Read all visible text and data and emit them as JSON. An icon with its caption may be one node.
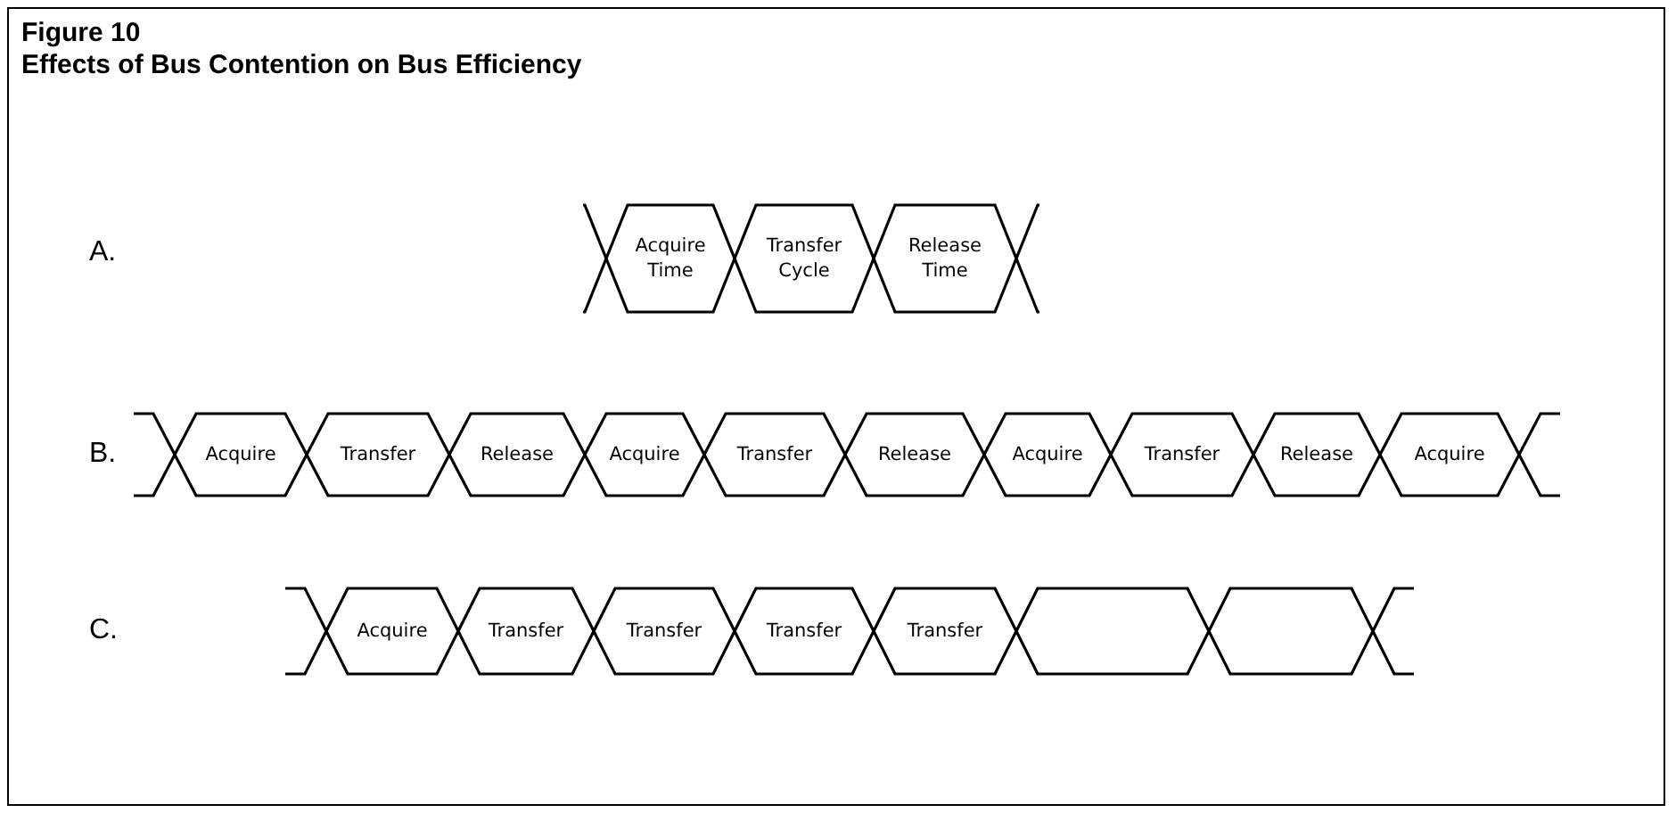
{
  "diagram": {
    "title": "Effects of Bus Contention on Bus Efficiency",
    "nodes": [
      {
        "text": [
          "Acquire Time"
        ]
      },
      {
        "text": [
          "Transfer Cycle"
        ]
      },
      {
        "text": [
          "Release Time"
        ]
      },
      {
        "text": [
          "Acquire"
        ]
      },
      {
        "text": [
          "Transfer"
        ]
      },
      {
        "text": [
          "Release"
        ]
      },
      {
        "text": [
          "Acquire"
        ]
      },
      {
        "text": [
          "Transfer"
        ]
      },
      {
        "text": [
          "Release"
        ]
      },
      {
        "text": [
          "Acquire"
        ]
      },
      {
        "text": [
          "Transfer"
        ]
      },
      {
        "text": [
          "Release"
        ]
      },
      {
        "text": [
          "Acquire"
        ]
      },
      {
        "text": [
          "Acquire"
        ]
      },
      {
        "text": [
          "Transfer"
        ]
      },
      {
        "text": [
          "Transfer"
        ]
      },
      {
        "text": [
          "Transfer"
        ]
      },
      {
        "text": [
          "Transfer"
        ]
      },
      {
        "text": [],
        "shape": "hexagon"
      },
      {
        "text": [],
        "shape": "hexagon"
      }
    ],
    "labels": [
      "Figure 10",
      "A.",
      "B.",
      "C."
    ]
  }
}
